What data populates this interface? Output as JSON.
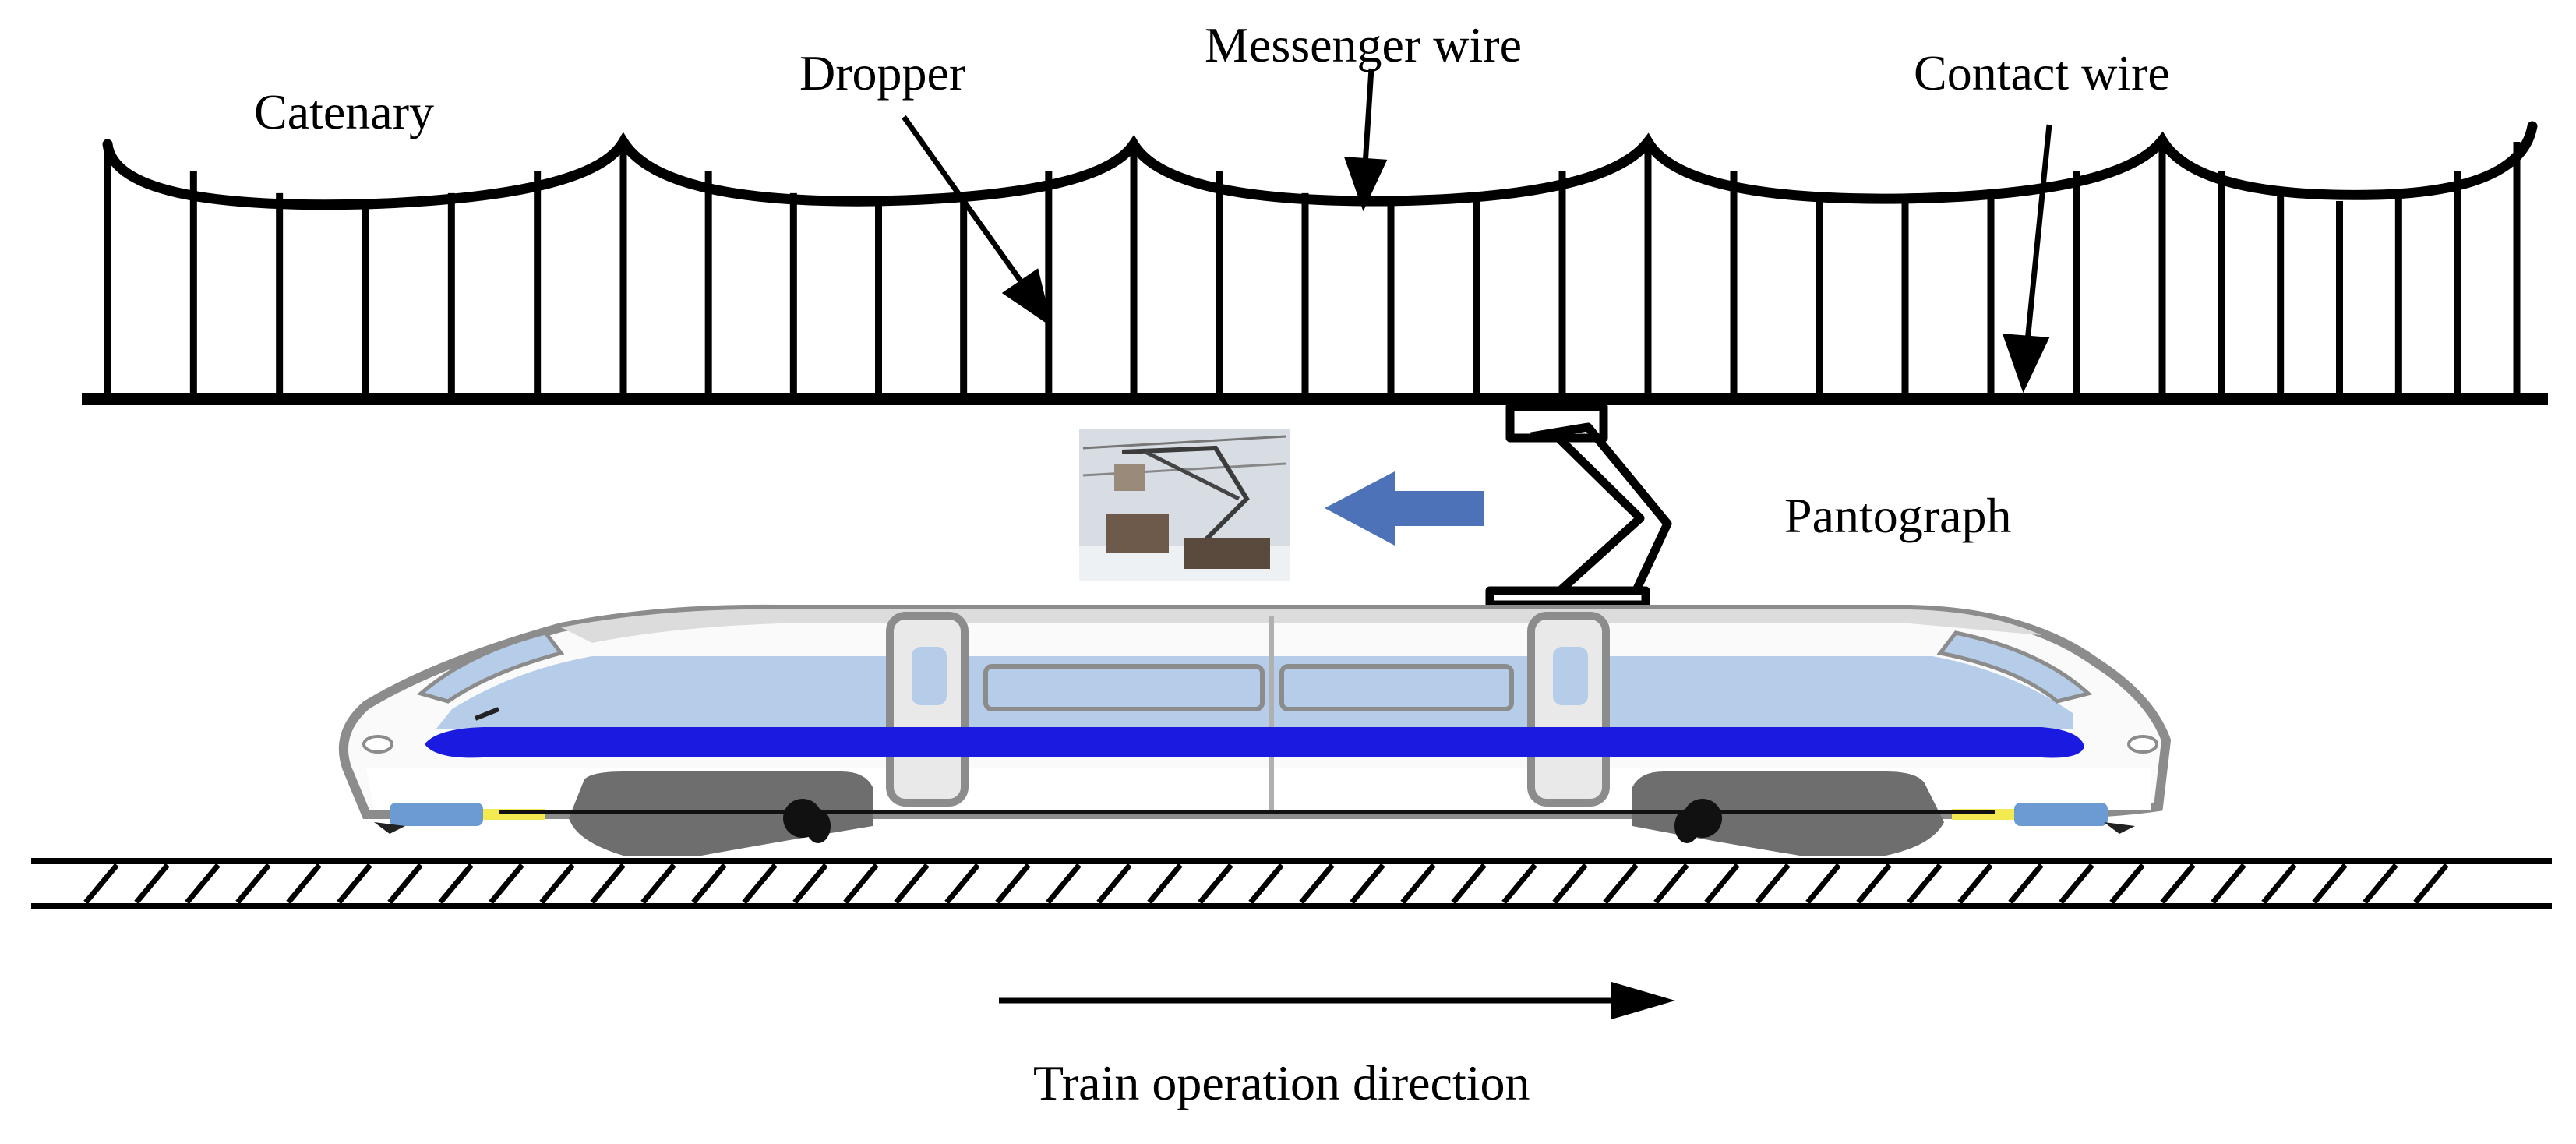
{
  "labels": {
    "catenary": "Catenary",
    "dropper": "Dropper",
    "messenger_wire": "Messenger wire",
    "contact_wire": "Contact wire",
    "pantograph": "Pantograph",
    "train_direction": "Train operation direction"
  },
  "colors": {
    "line": "#000000",
    "train_body": "#ffffff",
    "train_outline": "#8c8c8c",
    "window": "#b5cde8",
    "stripe": "#1a1ae0",
    "bogie": "#6e6e6e",
    "arrow_fill": "#4d72b8",
    "buffer": "#6b9bd2",
    "light": "#f3ea52"
  },
  "icons": {
    "motion_arrow": "left-arrow-icon",
    "direction_arrow": "right-arrow-icon",
    "photo": "pantograph-photo-icon"
  }
}
